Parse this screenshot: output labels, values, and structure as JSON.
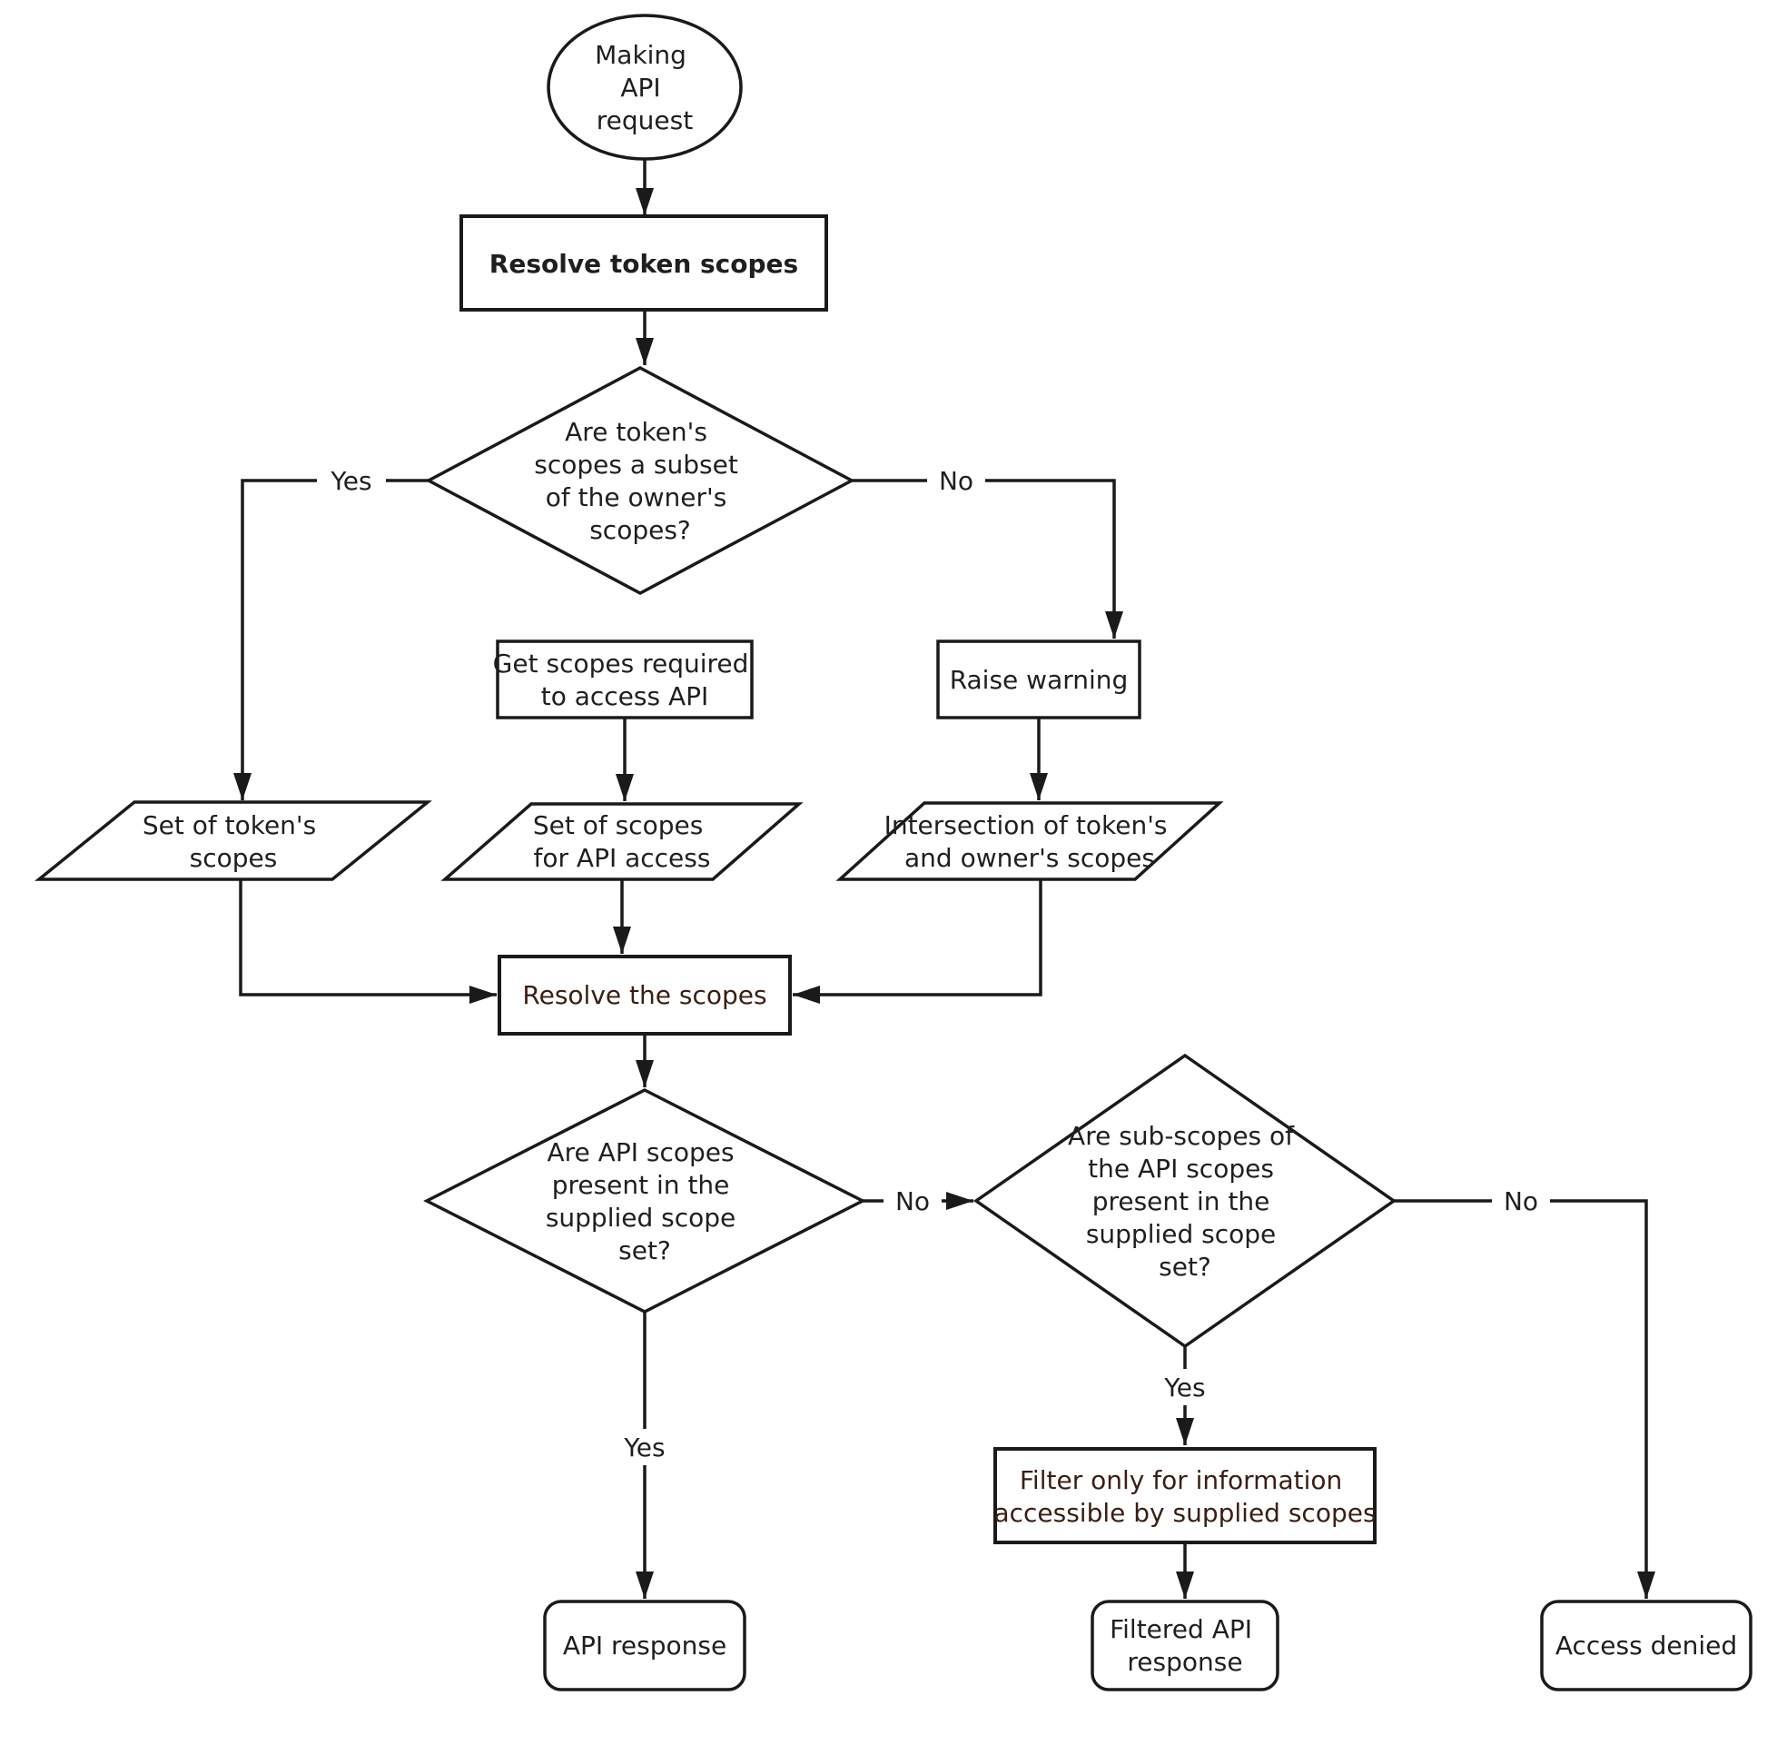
{
  "diagram": {
    "title": "API request scope resolution flowchart",
    "type": "flowchart"
  },
  "colors": {
    "background": "#ffffff",
    "line": "#1a1a1a",
    "plain_fill": "#ffffff",
    "process_highlight_fill": "#faf4dd",
    "action_highlight_fill": "#f37e5e"
  },
  "nodes": {
    "start": {
      "shape": "ellipse",
      "lines": [
        "Making",
        "API",
        "request"
      ]
    },
    "resolve_token_scopes": {
      "shape": "rect",
      "label": "Resolve token scopes"
    },
    "token_subset_decision": {
      "shape": "diamond",
      "lines": [
        "Are token's",
        "scopes a subset",
        "of the owner's",
        "scopes?"
      ]
    },
    "get_scopes_required": {
      "shape": "rect",
      "lines": [
        "Get scopes required",
        "to access API"
      ]
    },
    "raise_warning": {
      "shape": "rect",
      "label": "Raise warning"
    },
    "set_of_token_scopes": {
      "shape": "parallelogram",
      "lines": [
        "Set of token's",
        "scopes"
      ]
    },
    "set_of_scopes_for_api": {
      "shape": "parallelogram",
      "lines": [
        "Set of scopes",
        "for API access"
      ]
    },
    "intersection_of_scopes": {
      "shape": "parallelogram",
      "lines": [
        "Intersection of token's",
        "and owner's scopes"
      ]
    },
    "resolve_the_scopes": {
      "shape": "rect",
      "label": "Resolve the scopes"
    },
    "api_scopes_decision": {
      "shape": "diamond",
      "lines": [
        "Are API scopes",
        "present in the",
        "supplied scope",
        "set?"
      ]
    },
    "sub_scopes_decision": {
      "shape": "diamond",
      "lines": [
        "Are sub-scopes of",
        "the API scopes",
        "present in the",
        "supplied scope",
        "set?"
      ]
    },
    "filter_information": {
      "shape": "rect",
      "lines": [
        "Filter only for information",
        "accessible by supplied scopes"
      ]
    },
    "api_response": {
      "shape": "rounded",
      "label": "API response"
    },
    "filtered_api_response": {
      "shape": "rounded",
      "lines": [
        "Filtered API",
        "response"
      ]
    },
    "access_denied": {
      "shape": "rounded",
      "label": "Access denied"
    }
  },
  "edge_labels": {
    "token_subset_yes": "Yes",
    "token_subset_no": "No",
    "api_scopes_yes": "Yes",
    "api_scopes_no": "No",
    "sub_scopes_yes": "Yes",
    "sub_scopes_no": "No"
  }
}
